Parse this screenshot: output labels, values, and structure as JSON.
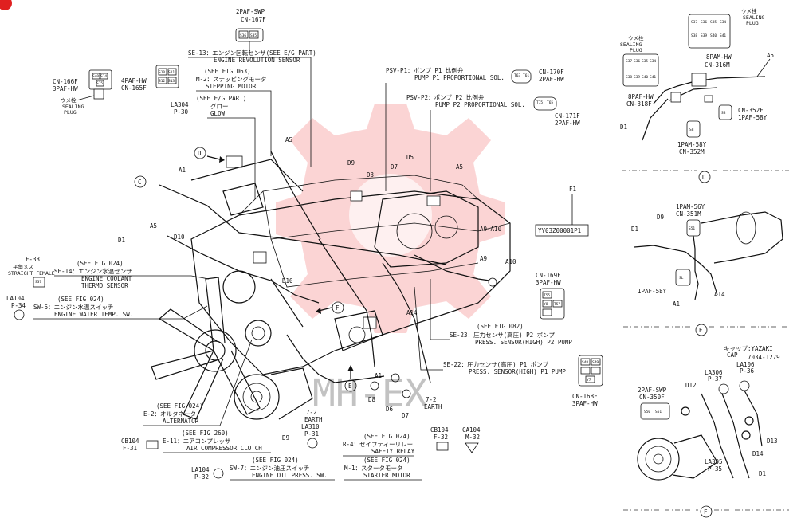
{
  "brand": {
    "watermark_text": "MH-EX",
    "watermark_color": "#ef3a3a",
    "corner_badge_color": "#e02020"
  },
  "connectors": {
    "c167f": {
      "code": "2PAF-SWP",
      "id": "CN-167F",
      "pins": [
        "S36",
        "S35"
      ]
    },
    "c166f": {
      "code": "CN-166F",
      "id": "3PAF-HW",
      "seal": "ウメ栓",
      "seal_en": "SEALING",
      "plug": "PLUG",
      "pins": [
        "S40",
        "S14",
        "S15"
      ]
    },
    "c165f": {
      "code": "4PAF-HW",
      "id": "CN-165F",
      "pins": [
        "S10",
        "S11",
        "S12",
        "S13"
      ]
    },
    "c170f": {
      "id": "CN-170F",
      "code": "2PAF-HW",
      "pins": [
        "T63",
        "T61"
      ]
    },
    "c171f": {
      "id": "CN-171F",
      "code": "2PAF-HW",
      "pins": [
        "T75",
        "T65"
      ]
    },
    "c169f": {
      "id": "CN-169F",
      "code": "3PAF-HW",
      "pins": [
        "T55",
        "Y8",
        "T57"
      ]
    },
    "c168f": {
      "id": "CN-168F",
      "code": "3PAF-HW",
      "pins": [
        "S48",
        "S49",
        "Y7"
      ]
    },
    "c316m": {
      "code": "8PAM-HW",
      "id": "CN-316M",
      "seal": "ウメ栓",
      "seal_en": "SEALING",
      "plug": "PLUG",
      "pins": [
        "S37",
        "S36",
        "S35",
        "S34",
        "S38",
        "S39",
        "S40",
        "S41"
      ]
    },
    "c318f": {
      "code": "8PAF-HW",
      "id": "CN-318F",
      "seal": "ウメ栓",
      "seal_en": "SEALING",
      "plug": "PLUG",
      "pins": [
        "S37",
        "S36",
        "S35",
        "S34",
        "S38",
        "S39",
        "S40",
        "S41"
      ]
    },
    "c352f": {
      "id": "CN-352F",
      "code": "1PAF-58Y",
      "pins": [
        "S8"
      ]
    },
    "c352m": {
      "code": "1PAM-58Y",
      "id": "CN-352M",
      "pins": [
        "S8"
      ]
    },
    "c351m": {
      "code": "1PAM-56Y",
      "id": "CN-351M",
      "pins": [
        "S51"
      ]
    },
    "c58y": {
      "code": "1PAF-58Y",
      "pins": [
        "SL"
      ]
    },
    "c350f": {
      "code": "2PAF-SWP",
      "id": "CN-350F",
      "pins": [
        "S50",
        "S51"
      ]
    },
    "f33": {
      "id": "F-33",
      "jp": "平角メス",
      "en": "STRAIGHT FEMALE",
      "pins": [
        "S37"
      ]
    },
    "yazaki": {
      "jp": "キャップ:YAZAKI",
      "cap": "CAP",
      "part": "7034-1279"
    }
  },
  "callouts": {
    "se13": {
      "ref": "SE-13",
      "jp": "エンジン回転センサ(SEE E/G PART)",
      "en": "ENGINE REVOLUTION SENSOR"
    },
    "m2": {
      "see": "(SEE FIG 063)",
      "ref": "M-2",
      "jp": "ステッピングモータ",
      "en": "STEPPING MOTOR"
    },
    "la304": {
      "ref": "LA304",
      "sub": "P-30",
      "see": "(SEE E/G PART)",
      "jp": "グロー",
      "en": "GLOW"
    },
    "psvp1": {
      "ref": "PSV-P1",
      "jp": "ポンプ P1 比例弁",
      "en": "PUMP P1 PROPORTIONAL SOL."
    },
    "psvp2": {
      "ref": "PSV-P2",
      "jp": "ポンプ P2 比例弁",
      "en": "PUMP P2 PROPORTIONAL SOL."
    },
    "se14": {
      "see": "(SEE FIG 024)",
      "ref": "SE-14",
      "jp": "エンジン水温センサ",
      "en1": "ENGINE COOLANT",
      "en2": "THERMO SENSOR"
    },
    "sw6": {
      "see": "(SEE FIG 024)",
      "ref": "SW-6",
      "jp": "エンジン水温スイッチ",
      "en": "ENGINE WATER TEMP. SW."
    },
    "la104a": {
      "ref": "LA104",
      "sub": "P-34"
    },
    "se23": {
      "see": "(SEE FIG 082)",
      "ref": "SE-23",
      "jp": "圧力センサ(高圧) P2 ポンプ",
      "en": "PRESS. SENSOR(HIGH) P2 PUMP"
    },
    "se22": {
      "ref": "SE-22",
      "jp": "圧力センサ(高圧) P1 ポンプ",
      "en": "PRESS. SENSOR(HIGH) P1 PUMP"
    },
    "e2": {
      "see": "(SEE FIG 024)",
      "ref": "E-2",
      "jp": "オルタネータ",
      "en": "ALTERNATOR"
    },
    "e11": {
      "see": "(SEE FIG 260)",
      "ref": "E-11",
      "jp": "エアコンプレッサ",
      "en": "AIR COMPRESSOR CLUTCH"
    },
    "cb104a": {
      "ref": "CB104",
      "sub": "F-31"
    },
    "earth1": {
      "ref": "7-2",
      "en": "EARTH"
    },
    "la310": {
      "ref": "LA310",
      "sub": "P-31"
    },
    "r4": {
      "see": "(SEE FIG 024)",
      "ref": "R-4",
      "jp": "セイフティーリレー",
      "en": "SAFETY RELAY"
    },
    "cb104b": {
      "ref": "CB104",
      "sub": "F-32"
    },
    "ca104": {
      "ref": "CA104",
      "sub": "M-32"
    },
    "earth2": {
      "ref": "7-2",
      "en": "EARTH"
    },
    "sw7": {
      "see": "(SEE FIG 024)",
      "ref": "SW-7",
      "jp": "エンジン油圧スイッチ",
      "en": "ENGINE OIL PRESS. SW."
    },
    "la104b": {
      "ref": "LA104",
      "sub": "P-32"
    },
    "m1": {
      "see": "(SEE FIG 024)",
      "ref": "M-1",
      "jp": "スタータモータ",
      "en": "STARTER MOTOR"
    },
    "f1": {
      "ref": "F1",
      "part": "YY03Z00001P1"
    },
    "la106": {
      "ref": "LA106",
      "sub": "P-36"
    },
    "la306": {
      "ref": "LA306",
      "sub": "P-37"
    },
    "la305": {
      "ref": "LA305",
      "sub": "P-35"
    }
  },
  "parts": {
    "a1": "A1",
    "a5": "A5",
    "a9": "A9",
    "a9a10": "A9·A10",
    "a10": "A10",
    "a14": "A14",
    "d1": "D1",
    "d3": "D3",
    "d5": "D5",
    "d6": "D6",
    "d7": "D7",
    "d8": "D8",
    "d9": "D9",
    "d10": "D10",
    "d12": "D12",
    "d13": "D13",
    "d14": "D14"
  },
  "views": {
    "c": "C",
    "d": "D",
    "e": "E",
    "f": "F"
  }
}
